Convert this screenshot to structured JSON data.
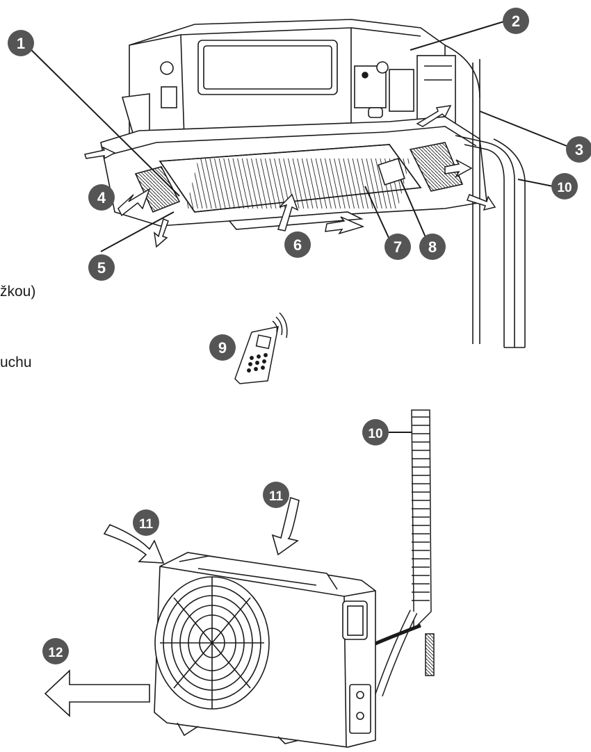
{
  "clipped_text": {
    "line1": "žkou)",
    "line2": "uchu"
  },
  "callouts": [
    "1",
    "2",
    "3",
    "4",
    "5",
    "6",
    "7",
    "8",
    "9",
    "10",
    "10",
    "11",
    "11",
    "12"
  ],
  "colors": {
    "line": "#1a1a1a",
    "badge": "#555555",
    "badge_text": "#ffffff",
    "background": "#ffffff"
  }
}
